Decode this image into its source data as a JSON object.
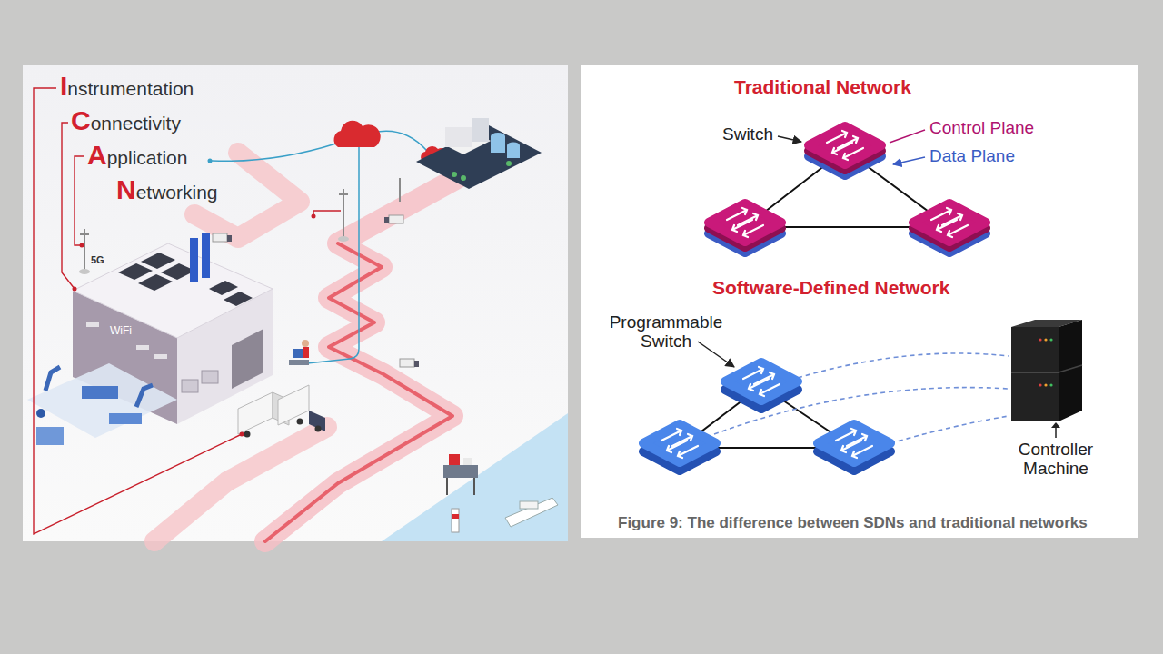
{
  "diagram": {
    "caption": "Figure 9: The difference between SDNs and traditional networks",
    "nodes": [
      {
        "text": [
          "Controller Machine"
        ]
      }
    ],
    "labels": [
      "Instrumentation",
      "Connectivity",
      "Application",
      "Networking",
      "5G",
      "WiFi",
      "Traditional Network",
      "Switch",
      "Control Plane",
      "Data Plane",
      "Software-Defined Network",
      "Programmable Switch"
    ]
  }
}
